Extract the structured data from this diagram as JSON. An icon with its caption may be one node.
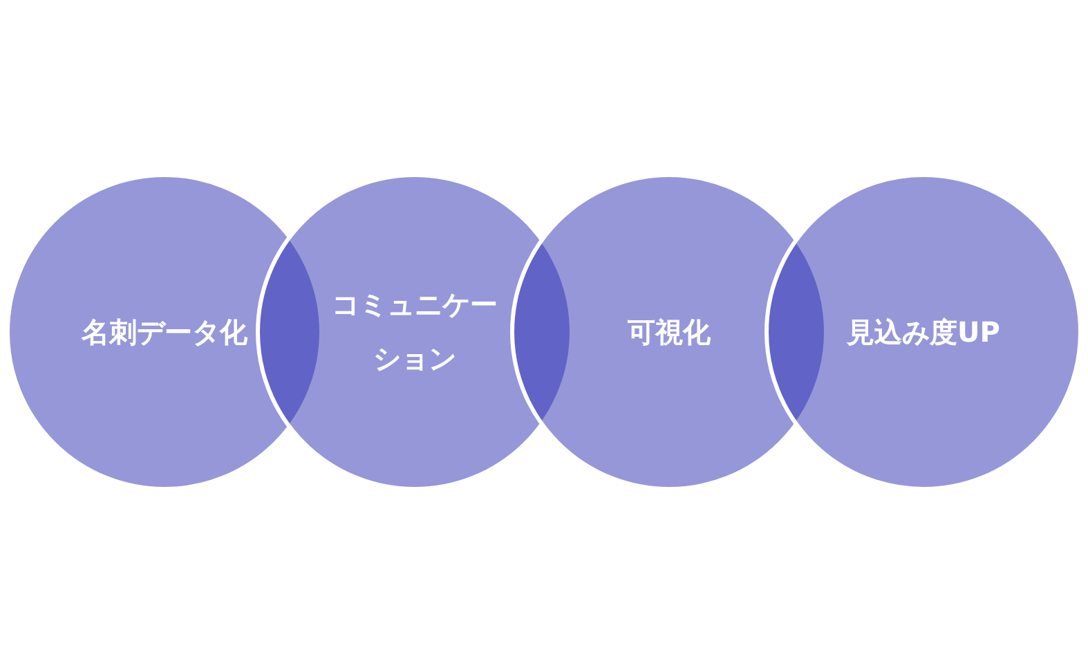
{
  "diagram": {
    "nodes": [
      {
        "text": [
          "名刺データ化"
        ]
      },
      {
        "text": [
          "コミュニケーション"
        ]
      },
      {
        "text": [
          "可視化"
        ]
      },
      {
        "text": [
          "見込み度UP"
        ]
      }
    ]
  }
}
